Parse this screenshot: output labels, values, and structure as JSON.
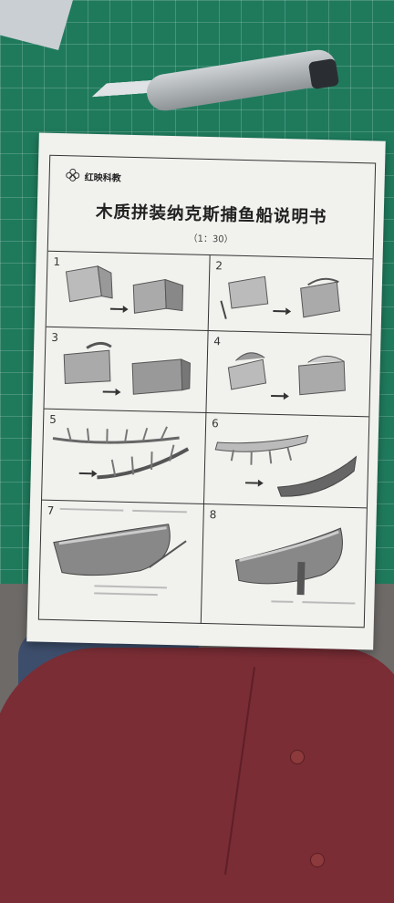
{
  "document": {
    "logo_text": "红映科教",
    "title": "木质拼装纳克斯捕鱼船说明书",
    "scale": "（1：30）",
    "steps": [
      {
        "number": "1"
      },
      {
        "number": "2"
      },
      {
        "number": "3"
      },
      {
        "number": "4"
      },
      {
        "number": "5"
      },
      {
        "number": "6"
      },
      {
        "number": "7"
      },
      {
        "number": "8"
      }
    ]
  },
  "colors": {
    "cutting_mat": "#1f7a5c",
    "paper": "#f1f1ee",
    "shirt": "#7a2d35",
    "jeans": "#3d4e6c"
  }
}
